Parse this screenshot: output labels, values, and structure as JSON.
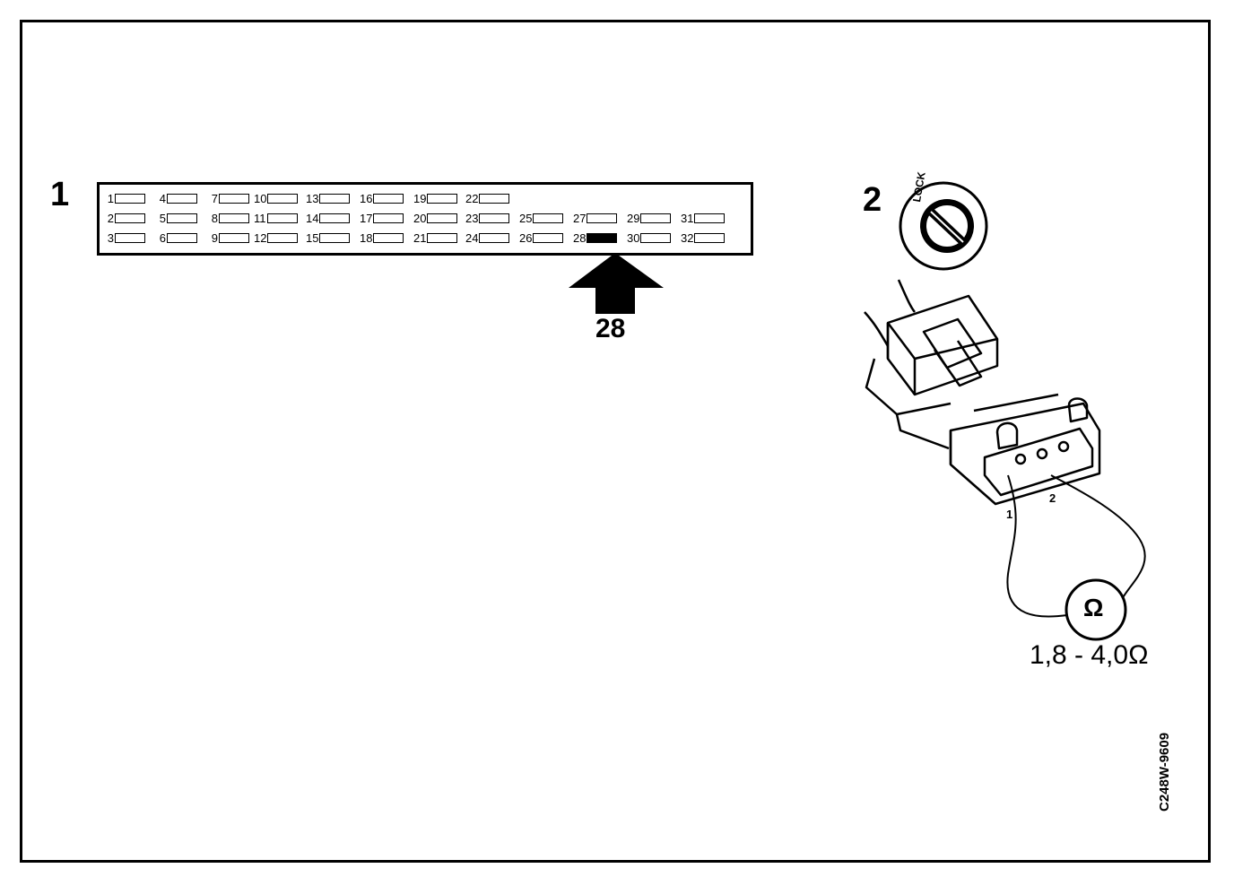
{
  "steps": {
    "one": "1",
    "two": "2"
  },
  "fusebox": {
    "rows": [
      [
        "1",
        "4",
        "7",
        "10",
        "13",
        "16",
        "19",
        "22"
      ],
      [
        "2",
        "5",
        "8",
        "11",
        "14",
        "17",
        "20",
        "23",
        "25",
        "27",
        "29",
        "31"
      ],
      [
        "3",
        "6",
        "9",
        "12",
        "15",
        "18",
        "21",
        "24",
        "26",
        "28",
        "30",
        "32"
      ]
    ],
    "highlighted": "28"
  },
  "arrow_label": "28",
  "lock_label": "LOCK",
  "connector": {
    "pin1": "1",
    "pin2": "2"
  },
  "meter_symbol": "Ω",
  "resistance_range": "1,8 - 4,0Ω",
  "figure_code": "C248W-9609"
}
